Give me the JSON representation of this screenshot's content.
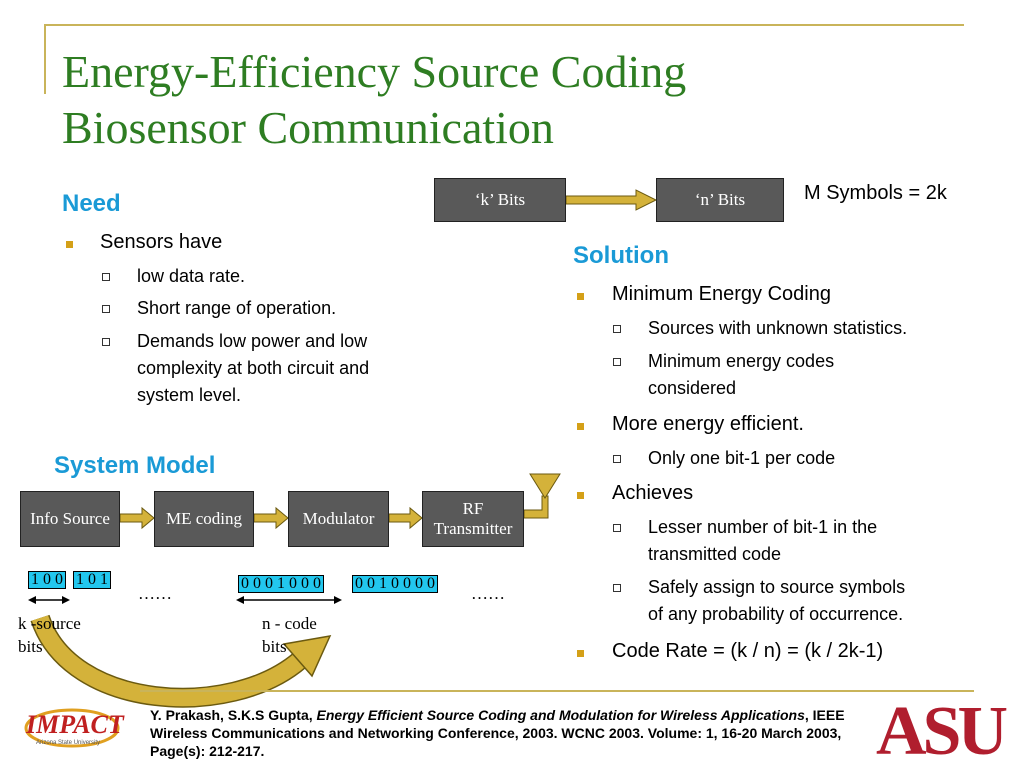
{
  "title": {
    "line1": "Energy-Efficiency Source Coding",
    "line2": "Biosensor Communication"
  },
  "need": {
    "heading": "Need",
    "bullet": "Sensors have",
    "subitems": [
      "low data rate.",
      "Short range of operation.",
      "Demands low power and low",
      "complexity at both circuit and",
      "system level."
    ]
  },
  "top_diagram": {
    "k_bits": "‘k’ Bits",
    "n_bits": "‘n’ Bits",
    "symbols": "M Symbols = 2k"
  },
  "solution": {
    "heading": "Solution",
    "b1": "Minimum Energy Coding",
    "b1_sub1": "Sources with unknown statistics.",
    "b1_sub2a": "Minimum energy codes",
    "b1_sub2b": "considered",
    "b2": "More energy efficient.",
    "b2_sub1": "Only one bit-1 per code",
    "b3": "Achieves",
    "b3_sub1a": "Lesser number of bit-1 in the",
    "b3_sub1b": "transmitted code",
    "b3_sub2a": "Safely assign to source symbols",
    "b3_sub2b": "of any probability of occurrence.",
    "b4": "Code Rate = (k / n) = (k / 2k-1)"
  },
  "system_model": {
    "heading": "System Model",
    "blocks": [
      "Info Source",
      "ME coding",
      "Modulator"
    ],
    "rf_line1": "RF",
    "rf_line2": "Transmitter",
    "src_bits": [
      "1 0 0",
      "1 0 1"
    ],
    "code_bits": [
      "0 0 0 1 0 0 0",
      "0 0 1 0 0 0 0"
    ],
    "ellipsis": "……",
    "k_label_1": "k -source",
    "k_label_2": "bits",
    "n_label_1": "n - code",
    "n_label_2": "bits"
  },
  "footer": {
    "authors": "Y. Prakash, S.K.S Gupta, ",
    "paper_title": "Energy Efficient Source Coding and Modulation for Wireless Applications",
    "venue": ", IEEE Wireless Communications and Networking Conference, 2003. WCNC 2003. Volume: 1, 16-20 March 2003, Page(s): 212-217.",
    "impact_logo": "IMPACT",
    "impact_sub": "Arizona State University",
    "asu_logo": "ASU"
  },
  "colors": {
    "title": "#2e7d22",
    "heading": "#1a9ad6",
    "bullet": "#d4a017",
    "block": "#595959",
    "bits": "#22c7ee",
    "asu": "#b01e2e"
  }
}
